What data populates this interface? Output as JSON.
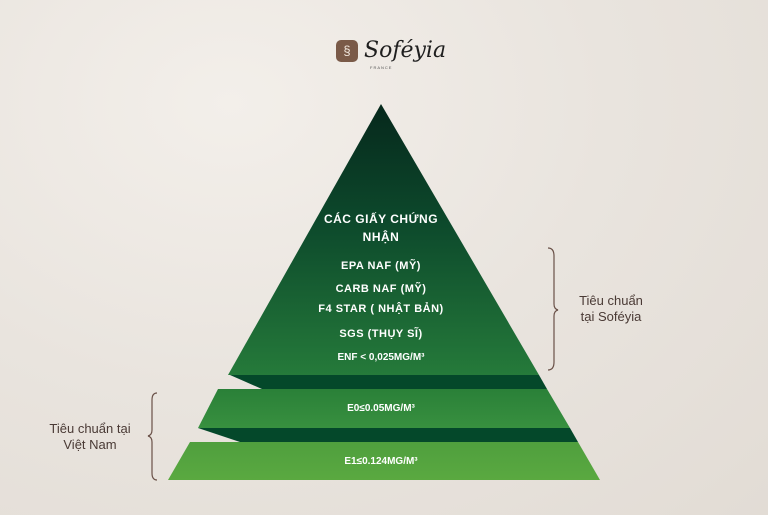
{
  "brand": {
    "name": "Soféyia",
    "tagline": "FRANCE"
  },
  "top_tier": {
    "title_line1": "CÁC GIẤY CHỨNG",
    "title_line2": "NHẬN",
    "items": [
      "EPA NAF (MỸ)",
      "CARB NAF (MỸ)",
      "F4 STAR ( NHẬT BẢN)",
      "SGS (THỤY SĨ)",
      "ENF < 0,025MG/M³"
    ]
  },
  "tiers": [
    {
      "label": "E0≤0.05MG/M³"
    },
    {
      "label": "E1≤0.124MG/M³"
    }
  ],
  "brackets": {
    "right": {
      "line1": "Tiêu chuẩn",
      "line2": "tại Soféyia"
    },
    "left": {
      "line1": "Tiêu chuẩn tại",
      "line2": "Việt Nam"
    }
  },
  "colors": {
    "top_dark": "#06281c",
    "top_light": "#257a3a",
    "band_dark": "#04482a",
    "e0": "#2f8a3c",
    "e1": "#56a63f",
    "bracket": "#6a5148"
  }
}
